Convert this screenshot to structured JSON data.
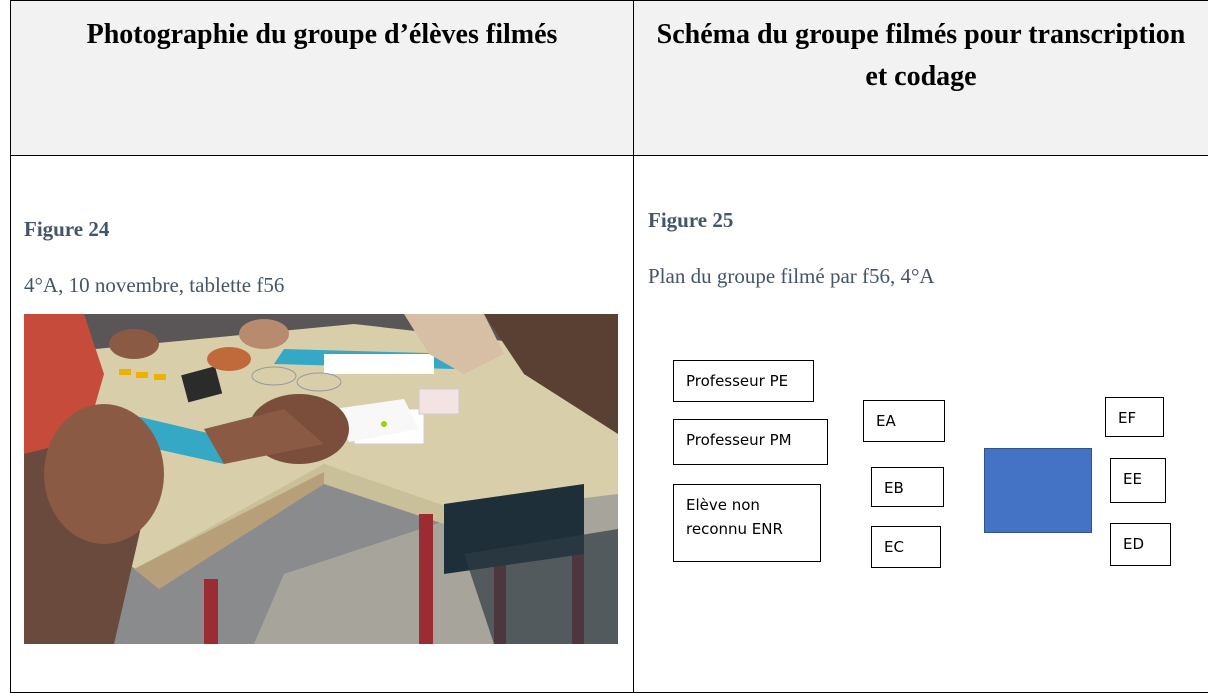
{
  "header": {
    "left_title": "Photographie du groupe d’élèves filmés",
    "right_title": "Schéma du groupe filmés pour transcription et codage"
  },
  "left_figure": {
    "label": "Figure 24",
    "caption": "4°A, 10 novembre, tablette f56"
  },
  "right_figure": {
    "label": "Figure 25",
    "caption": "Plan du groupe filmé par f56, 4°A"
  },
  "diagram": {
    "boxes": {
      "professeur_pe": "Professeur PE",
      "professeur_pm": "Professeur PM",
      "eleve_non_reconnu": "Elève non reconnu ENR",
      "ea": "EA",
      "eb": "EB",
      "ec": "EC",
      "ef": "EF",
      "ee": "EE",
      "ed": "ED"
    },
    "table_color": "#4472c4"
  }
}
